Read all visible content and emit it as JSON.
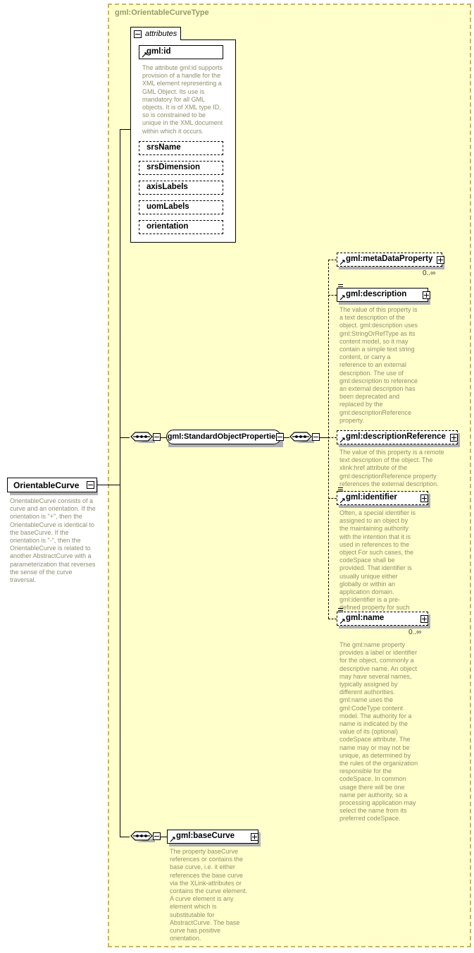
{
  "diagram": {
    "kind": "xml-schema-diagram",
    "type_name": "gml:OrientableCurveType",
    "background_color": "#ffffcc",
    "border_color": "#c8b560",
    "annotation_color": "#8f8f70"
  },
  "root_element": {
    "name": "OrientableCurve",
    "toggle": "minus",
    "annotation": "OrientableCurve consists of a curve and an orientation. If the orientation is \"+\", then the OrientableCurve is identical to the baseCurve. If the orientation is \"-\", then the OrientableCurve is related to another AbstractCurve with a parameterization that reverses the sense of the curve traversal."
  },
  "attributes_panel": {
    "tab_label": "attributes",
    "toggle": "minus",
    "items": [
      {
        "name": "gml:id",
        "required": true,
        "annotation": "The attribute gml:id supports provision of a handle for the XML element representing a GML Object. Its use is mandatory for all GML objects. It is of XML type ID, so is constrained to be unique in the XML document within which it occurs."
      },
      {
        "name": "srsName",
        "required": false,
        "annotation": ""
      },
      {
        "name": "srsDimension",
        "required": false,
        "annotation": ""
      },
      {
        "name": "axisLabels",
        "required": false,
        "annotation": ""
      },
      {
        "name": "uomLabels",
        "required": false,
        "annotation": ""
      },
      {
        "name": "orientation",
        "required": false,
        "annotation": ""
      }
    ]
  },
  "group_ref": {
    "name": "gml:StandardObjectProperties",
    "toggle": "minus"
  },
  "compositors": {
    "outer_sequence": "sequence",
    "inner_sequence": "sequence",
    "base_sequence": "sequence"
  },
  "properties": [
    {
      "name": "gml:metaDataProperty",
      "toggle": "plus",
      "optional": true,
      "has_doc_glyph": false,
      "cardinality": "0..∞",
      "annotation": ""
    },
    {
      "name": "gml:description",
      "toggle": "plus",
      "optional": false,
      "has_doc_glyph": true,
      "cardinality": "",
      "annotation": "The value of this property is a text description of the object. gml:description uses gml:StringOrRefType as its content model, so it may contain a simple text string content, or carry a reference to an external description. The use of gml:description to reference an external description has been deprecated and replaced by the gml:descriptionReference property."
    },
    {
      "name": "gml:descriptionReference",
      "toggle": "plus",
      "optional": true,
      "has_doc_glyph": false,
      "cardinality": "",
      "annotation": "The value of this property is a remote text description of the object. The xlink:href attribute of the gml:descriptionReference property references the external description."
    },
    {
      "name": "gml:identifier",
      "toggle": "plus",
      "optional": true,
      "has_doc_glyph": true,
      "cardinality": "",
      "annotation": "Often, a special identifier is assigned to an object by the maintaining authority with the intention that it is used in references to the object For such cases, the codeSpace shall be provided. That identifier is usually unique either globally or within an application domain. gml:identifier is a pre-defined property for such identifiers."
    },
    {
      "name": "gml:name",
      "toggle": "plus",
      "optional": true,
      "has_doc_glyph": true,
      "cardinality": "0..∞",
      "annotation": "The gml:name property provides a label or identifier for the object, commonly a descriptive name. An object may have several names, typically assigned by different authorities. gml:name uses the gml:CodeType content model.  The authority for a name is indicated by the value of its (optional) codeSpace attribute.  The name may or may not be unique, as determined by the rules of the organization responsible for the codeSpace.  In common usage there will be one name per authority, so a processing application may select the name from its preferred codeSpace."
    }
  ],
  "base_property": {
    "name": "gml:baseCurve",
    "toggle": "plus",
    "optional": false,
    "has_doc_glyph": false,
    "annotation": "The property baseCurve references or contains the base curve, i.e. it either references the base curve via the XLink-attributes or contains the curve element. A curve element is any element which is substitutable for AbstractCurve. The base curve has positive orientation."
  }
}
